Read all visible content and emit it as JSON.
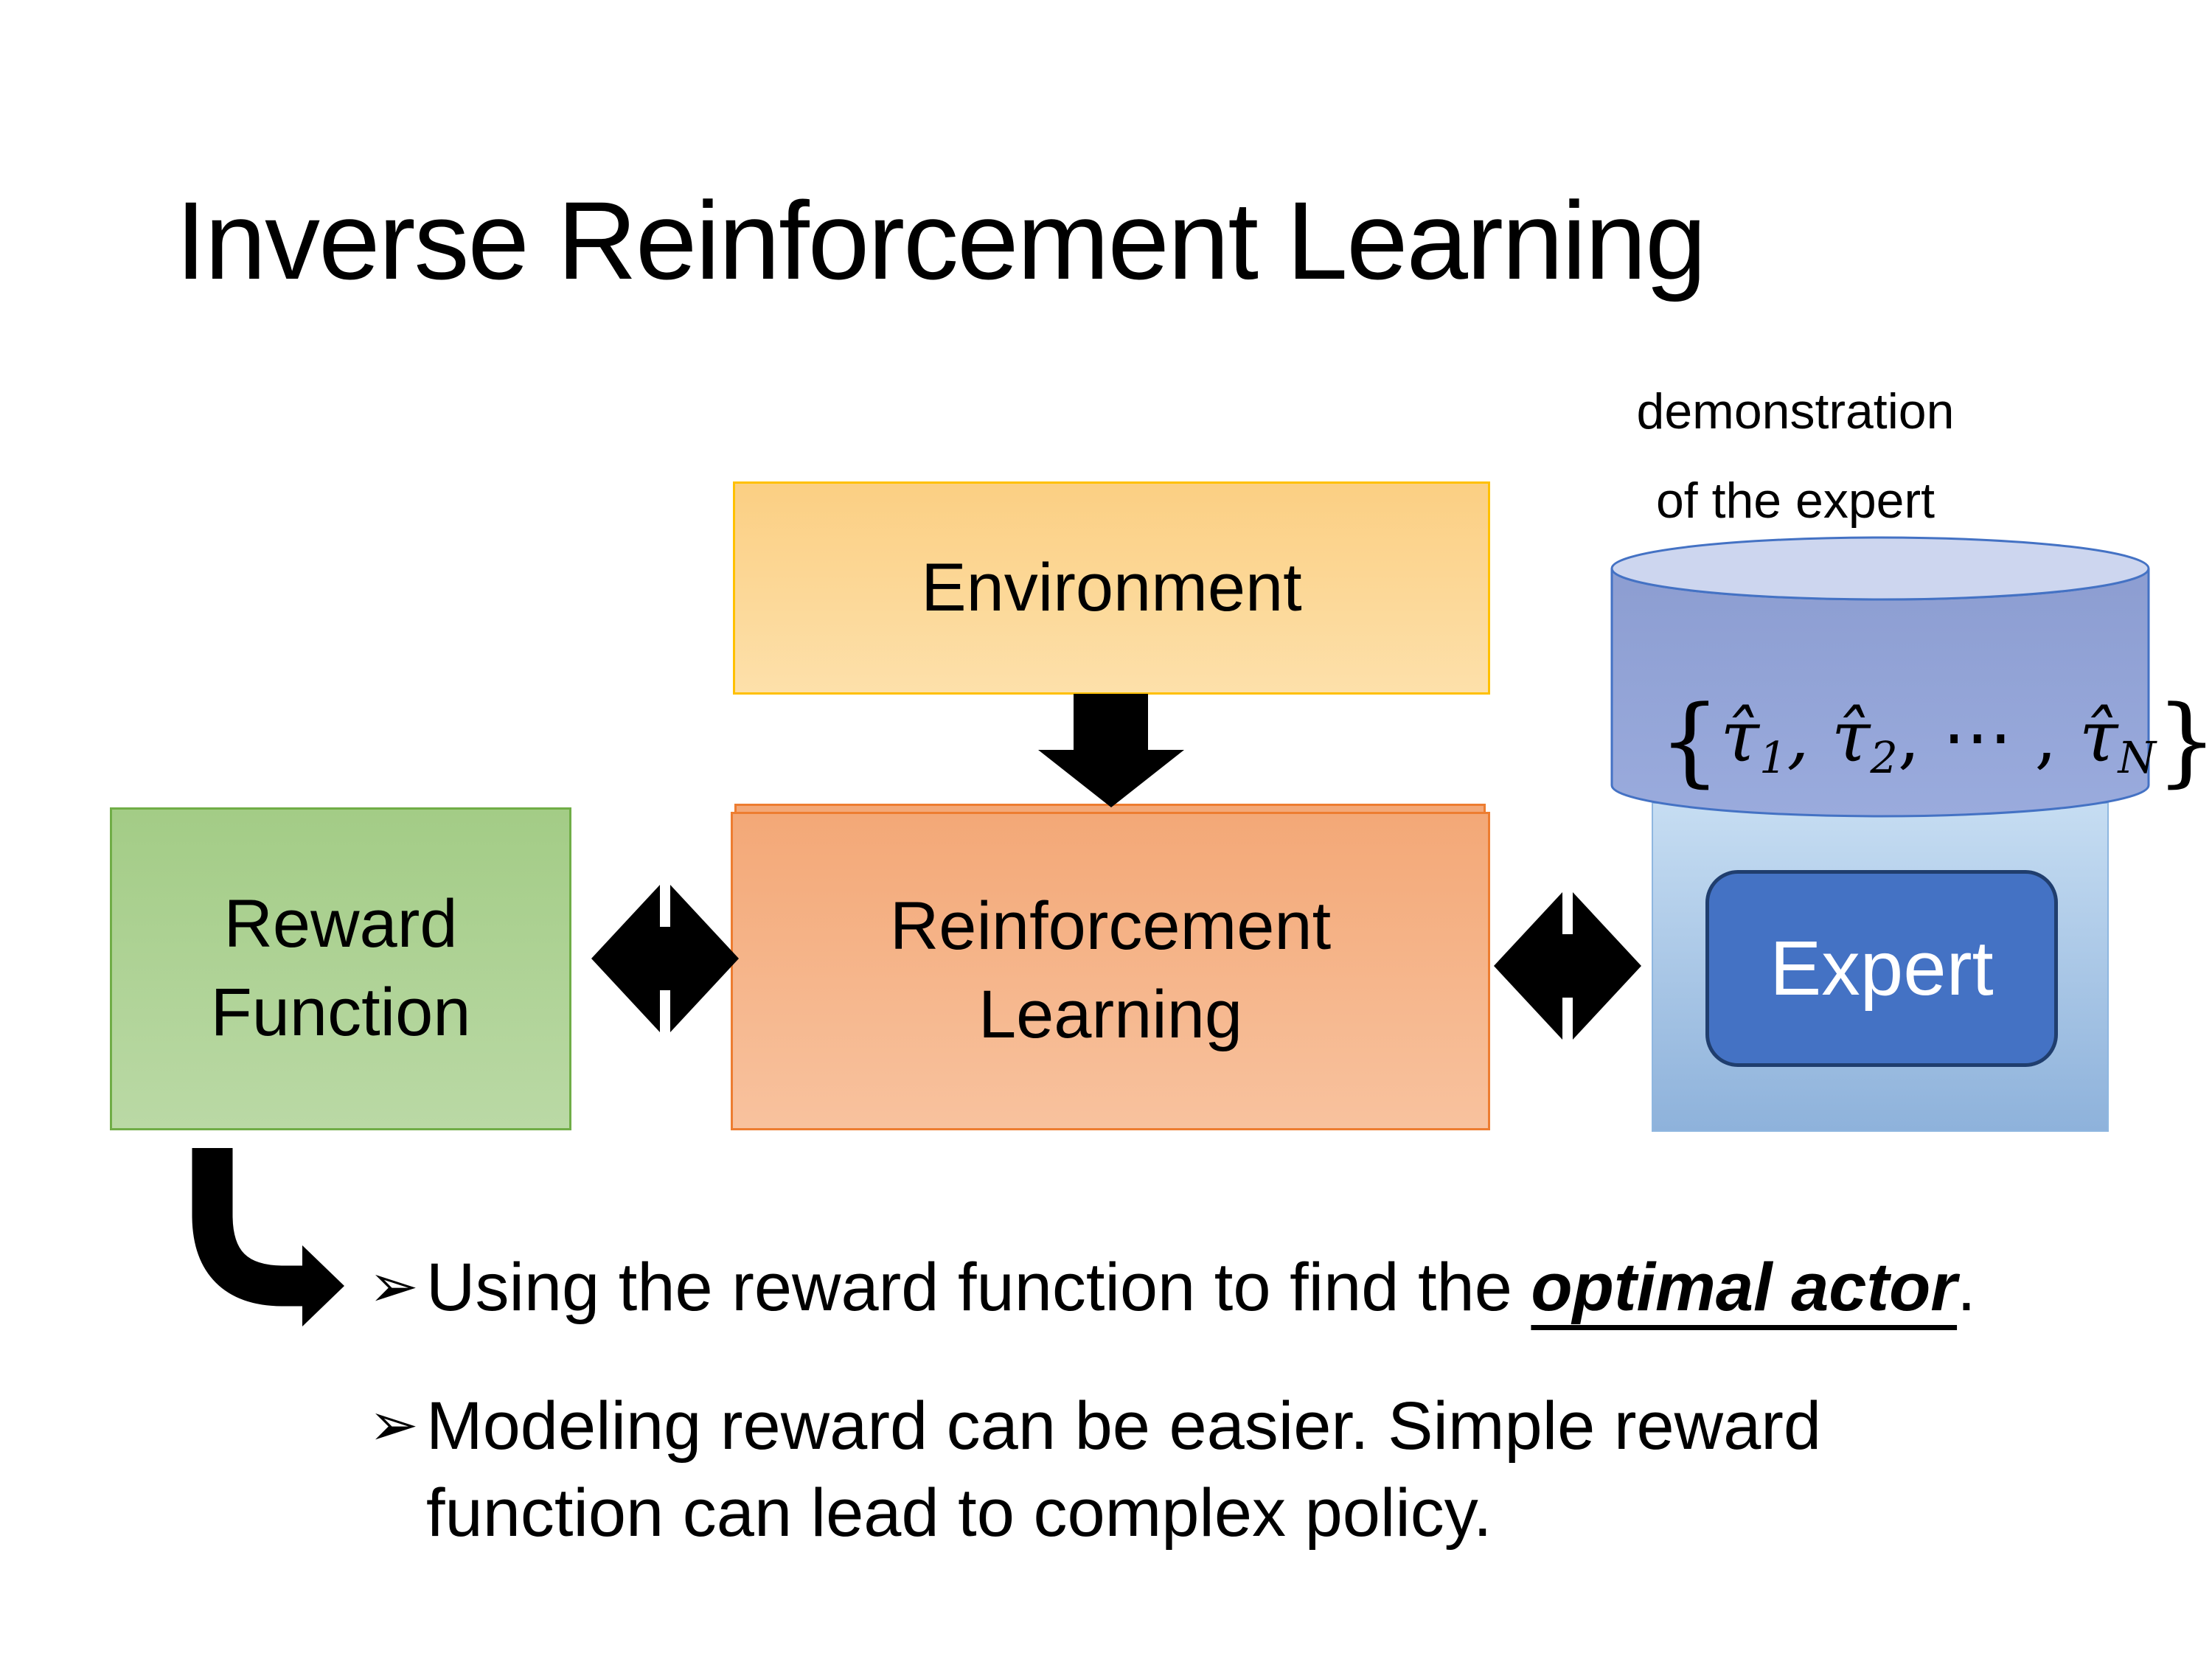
{
  "title": "Inverse Reinforcement Learning",
  "annotation": {
    "line1": "demonstration",
    "line2": "of the expert"
  },
  "boxes": {
    "environment": {
      "label": "Environment"
    },
    "reward": {
      "line1": "Reward",
      "line2": "Function"
    },
    "rl": {
      "line1": "Reinforcement",
      "line2": "Learning"
    },
    "expert": {
      "label": "Expert"
    }
  },
  "formula": {
    "open": "{",
    "tau1": "τ̂",
    "sub1": "1",
    "comma1": ", ",
    "tau2": "τ̂",
    "sub2": "2",
    "dots": ", ⋯ , ",
    "tauN": "τ̂",
    "subN": "N",
    "close": "}"
  },
  "bullets": {
    "marker": "➢",
    "item1": {
      "prefix": "Using the reward function to find the ",
      "emphasis": "optimal actor",
      "suffix": "."
    },
    "item2": {
      "line1": "Modeling reward can be easier. Simple reward",
      "line2": "function can lead to complex policy."
    }
  },
  "colors": {
    "env_border": "#FFC000",
    "env_fill_top": "#FBCF83",
    "env_fill_bottom": "#FDE0AA",
    "green_border": "#70AD47",
    "green_fill_top": "#A3CC86",
    "green_fill_bottom": "#BAD9A5",
    "orange_border": "#ED7D31",
    "orange_fill_top": "#F3A877",
    "orange_fill_bottom": "#F8C29E",
    "container_border": "#8FB7E0",
    "container_fill_top": "#C6DDF2",
    "container_fill_bottom": "#8EB2DB",
    "expert_fill": "#4472C4",
    "expert_border": "#203E6E",
    "expert_text": "#FFFFFF",
    "cyl_border": "#4472C4",
    "cyl_body_top": "#8C9DD1",
    "cyl_body_bottom": "#9AABDD",
    "cyl_lid": "#CDD6EF",
    "arrow_fill": "#000000",
    "text_color": "#000000"
  }
}
